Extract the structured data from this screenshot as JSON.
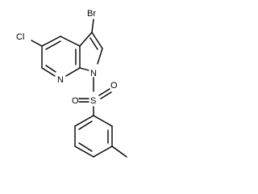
{
  "molecule": {
    "atoms": {
      "bromine": "Br",
      "chlorine": "Cl",
      "pyridine_nitrogen": "N",
      "pyrrole_nitrogen": "N",
      "sulfur": "S",
      "oxygen_left": "O",
      "oxygen_right": "O"
    }
  },
  "colors": {
    "bond": "#000000",
    "label": "#000000",
    "background": "#ffffff"
  }
}
